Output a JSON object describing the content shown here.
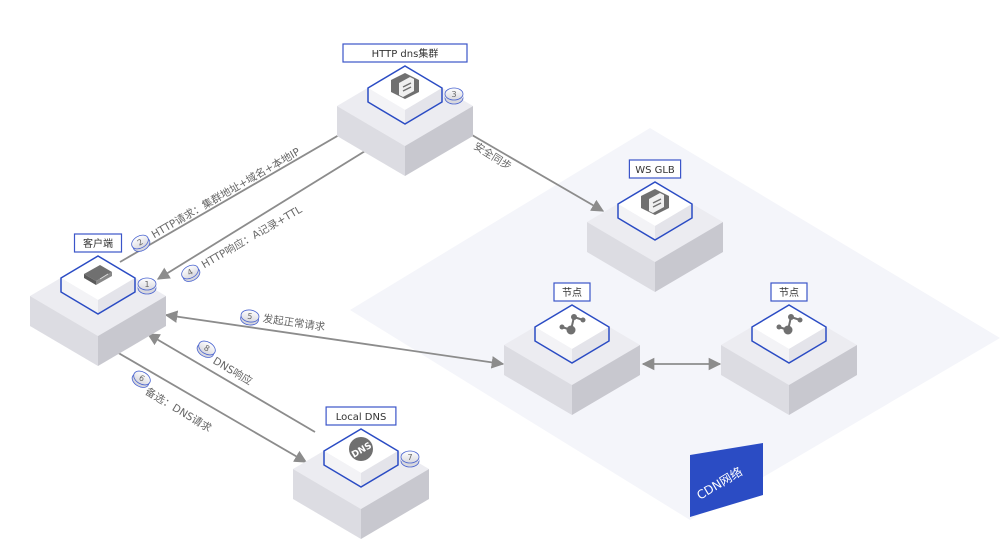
{
  "diagram": {
    "title": "HTTP DNS 调度流程",
    "colors": {
      "accent": "#2b4cc4",
      "label_border": "#3b55c9",
      "arrow": "#8c8c8c",
      "zone_fill": "#f4f5fa",
      "block_top": "#ececf1",
      "block_left": "#dcdce2",
      "block_right": "#c8c8cf",
      "icon": "#707070",
      "zone_tag": "#2b4cc4"
    },
    "zone": {
      "label": "CDN网络"
    },
    "nodes": [
      {
        "id": "client",
        "label": "客户端",
        "icon": "server-icon",
        "badge": "1"
      },
      {
        "id": "httpdns",
        "label": "HTTP dns集群",
        "icon": "document-stack-icon",
        "badge": "3"
      },
      {
        "id": "wsglb",
        "label": "WS GLB",
        "icon": "document-stack-icon",
        "badge": ""
      },
      {
        "id": "node1",
        "label": "节点",
        "icon": "network-node-icon",
        "badge": ""
      },
      {
        "id": "node2",
        "label": "节点",
        "icon": "network-node-icon",
        "badge": ""
      },
      {
        "id": "localdns",
        "label": "Local DNS",
        "icon": "dns-globe-icon",
        "badge": "7"
      }
    ],
    "edges": [
      {
        "id": "e2",
        "step": "2",
        "label": "HTTP请求：集群地址+域名+本地IP"
      },
      {
        "id": "e4",
        "step": "4",
        "label": "HTTP响应：A记录+TTL"
      },
      {
        "id": "esync",
        "step": "",
        "label": "安全同步"
      },
      {
        "id": "e5",
        "step": "5",
        "label": "发起正常请求"
      },
      {
        "id": "e8",
        "step": "8",
        "label": "DNS响应"
      },
      {
        "id": "e6",
        "step": "6",
        "label": "备选：DNS请求"
      },
      {
        "id": "enodes",
        "step": "",
        "label": ""
      }
    ]
  }
}
